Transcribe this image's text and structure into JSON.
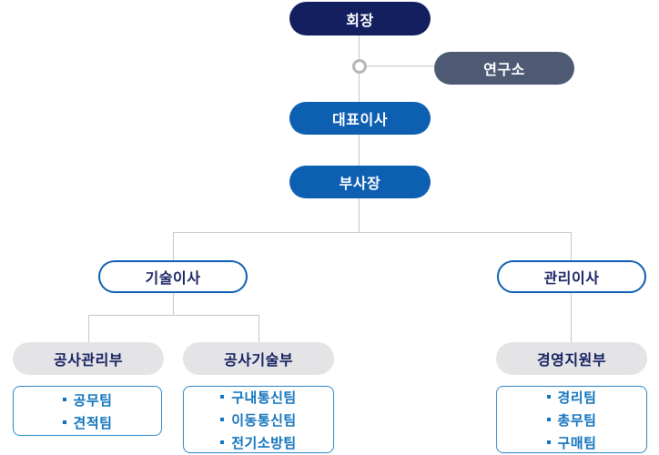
{
  "colors": {
    "navy": "#141f60",
    "blue": "#0d5fb1",
    "slate": "#4e5a73",
    "gray_pill": "#e4e4e6",
    "line": "#c6c6c6",
    "team_border": "#2d87c8",
    "team_text": "#1173bd",
    "outline_text": "#1b2464"
  },
  "org": {
    "chairman": "회장",
    "research_lab": "연구소",
    "ceo": "대표이사",
    "vice_president": "부사장",
    "directors": [
      {
        "label": "기술이사"
      },
      {
        "label": "관리이사"
      }
    ],
    "departments": [
      {
        "label": "공사관리부",
        "teams": [
          "공무팀",
          "견적팀"
        ]
      },
      {
        "label": "공사기술부",
        "teams": [
          "구내통신팀",
          "이동통신팀",
          "전기소방팀"
        ]
      },
      {
        "label": "경영지원부",
        "teams": [
          "경리팀",
          "총무팀",
          "구매팀"
        ]
      }
    ]
  }
}
